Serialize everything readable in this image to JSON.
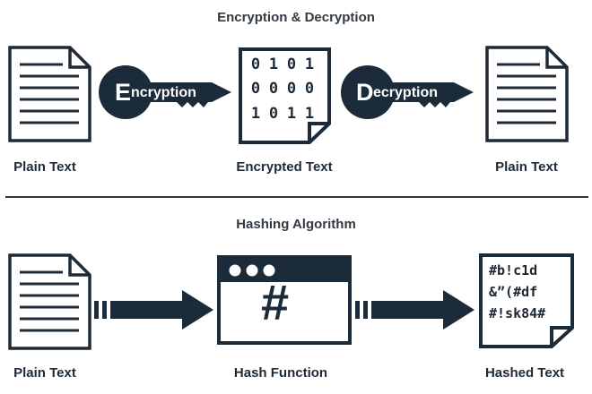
{
  "section_encryption": {
    "title": "Encryption & Decryption",
    "plain_text_left_label": "Plain Text",
    "encrypted_text_label": "Encrypted Text",
    "plain_text_right_label": "Plain Text",
    "encryption_key_text": "Encryption",
    "decryption_key_text": "Decryption",
    "binary_rows": [
      "0101",
      "0000",
      "1011"
    ]
  },
  "section_hashing": {
    "title": "Hashing Algorithm",
    "plain_text_label": "Plain Text",
    "hash_function_label": "Hash Function",
    "hashed_text_label": "Hashed Text",
    "hash_symbol": "#",
    "hashed_lines": [
      "#b!c1d",
      "&”(#df",
      "#!sk84#"
    ]
  },
  "colors": {
    "ink": "#1f2a37",
    "key_fill": "#1c2b3a",
    "white": "#ffffff"
  }
}
